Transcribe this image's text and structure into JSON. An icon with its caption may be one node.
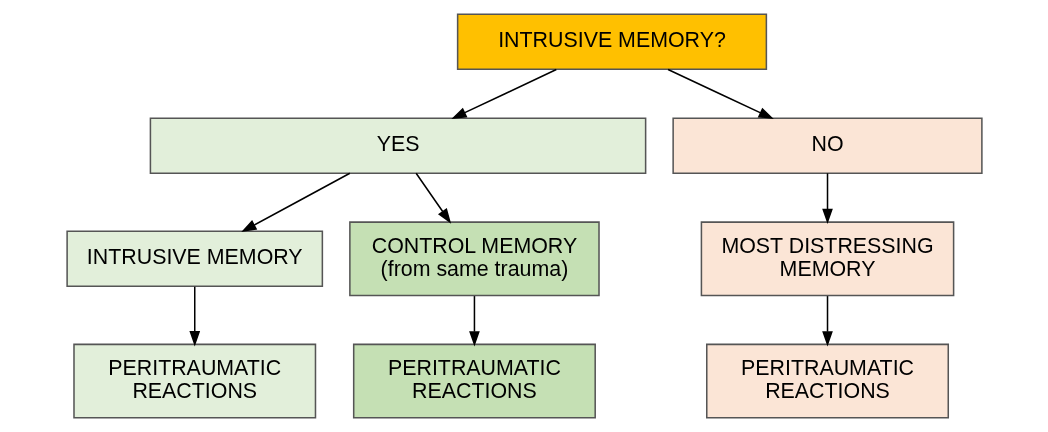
{
  "diagram": {
    "nodes": [
      {
        "text": [
          "INTRUSIVE MEMORY?"
        ]
      },
      {
        "text": [
          "YES"
        ]
      },
      {
        "text": [
          "NO"
        ]
      },
      {
        "text": [
          "INTRUSIVE MEMORY"
        ]
      },
      {
        "text": [
          "CONTROL MEMORY (from same trauma)"
        ]
      },
      {
        "text": [
          "MOST DISTRESSING MEMORY"
        ]
      },
      {
        "text": [
          "PERITRAUMATIC REACTIONS"
        ]
      },
      {
        "text": [
          "PERITRAUMATIC REACTIONS"
        ]
      },
      {
        "text": [
          "PERITRAUMATIC REACTIONS"
        ]
      }
    ],
    "edges": [
      {
        "from": 0,
        "to": 1,
        "arrow": "to"
      },
      {
        "from": 0,
        "to": 2,
        "arrow": "to"
      },
      {
        "from": 1,
        "to": 3,
        "arrow": "to"
      },
      {
        "from": 1,
        "to": 4,
        "arrow": "to"
      },
      {
        "from": 2,
        "to": 5,
        "arrow": "to"
      },
      {
        "from": 3,
        "to": 6,
        "arrow": "to"
      },
      {
        "from": 4,
        "to": 7,
        "arrow": "to"
      },
      {
        "from": 5,
        "to": 8,
        "arrow": "to"
      }
    ]
  }
}
